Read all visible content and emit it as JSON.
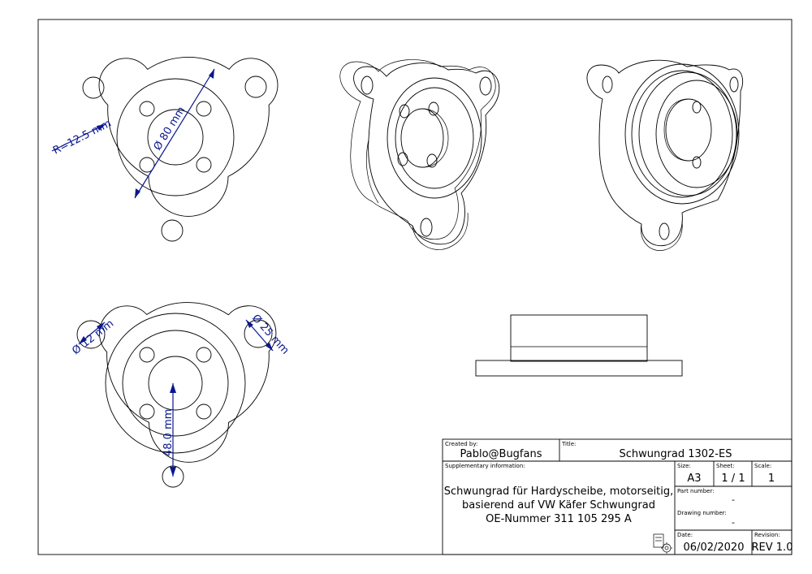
{
  "dimensions": {
    "radius": "R=12.5 mm",
    "diameter_80": "Ø 80 mm",
    "diameter_12": "Ø 12 mm",
    "diameter_25": "Ø 25 mm",
    "distance_48": "48.0 mm"
  },
  "title_block": {
    "created_by_label": "Created by:",
    "created_by": "Pablo@Bugfans",
    "title_label": "Title:",
    "title": "Schwungrad 1302-ES",
    "supplementary_label": "Supplementary information:",
    "supplementary_lines": [
      "Schwungrad für Hardyscheibe, motorseitig,",
      "basierend auf VW Käfer Schwungrad",
      "OE-Nummer 311 105 295 A"
    ],
    "size_label": "Size:",
    "size": "A3",
    "sheet_label": "Sheet:",
    "sheet": "1 / 1",
    "scale_label": "Scale:",
    "scale": "1",
    "part_number_label": "Part number:",
    "part_number": "-",
    "drawing_number_label": "Drawing number:",
    "drawing_number": "-",
    "date_label": "Date:",
    "date": "06/02/2020",
    "revision_label": "Revision:",
    "revision": "REV 1.0"
  }
}
